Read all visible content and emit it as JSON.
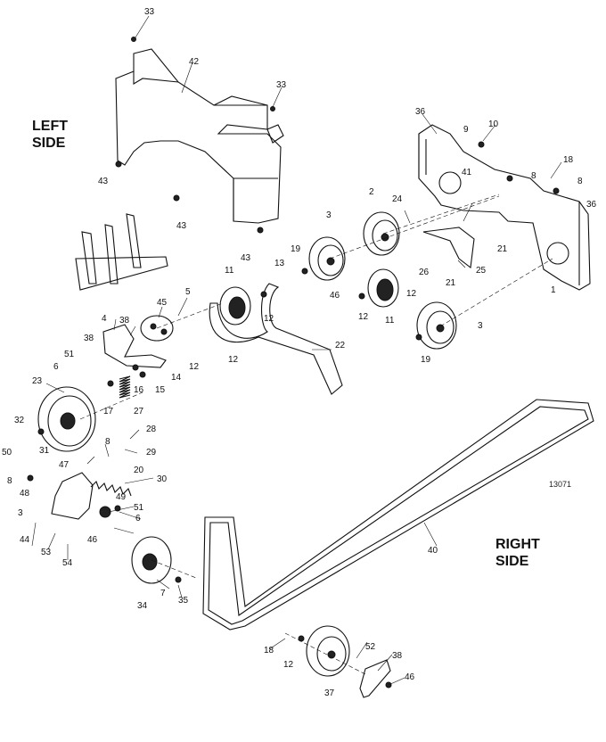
{
  "labels": {
    "left_side": [
      "LEFT",
      "SIDE"
    ],
    "right_side": [
      "RIGHT",
      "SIDE"
    ],
    "figure_number": "13071"
  },
  "callouts": [
    "33",
    "42",
    "33",
    "43",
    "43",
    "43",
    "36",
    "10",
    "9",
    "8",
    "18",
    "8",
    "36",
    "41",
    "24",
    "2",
    "3",
    "21",
    "21",
    "25",
    "1",
    "26",
    "19",
    "13",
    "11",
    "5",
    "45",
    "12",
    "12",
    "46",
    "12",
    "11",
    "12",
    "3",
    "19",
    "22",
    "4",
    "38",
    "38",
    "51",
    "6",
    "12",
    "14",
    "15",
    "16",
    "23",
    "17",
    "27",
    "32",
    "28",
    "29",
    "8",
    "31",
    "50",
    "8",
    "48",
    "47",
    "20",
    "30",
    "3",
    "49",
    "51",
    "6",
    "44",
    "46",
    "53",
    "54",
    "34",
    "7",
    "35",
    "40",
    "18",
    "12",
    "37",
    "52",
    "38",
    "46"
  ]
}
